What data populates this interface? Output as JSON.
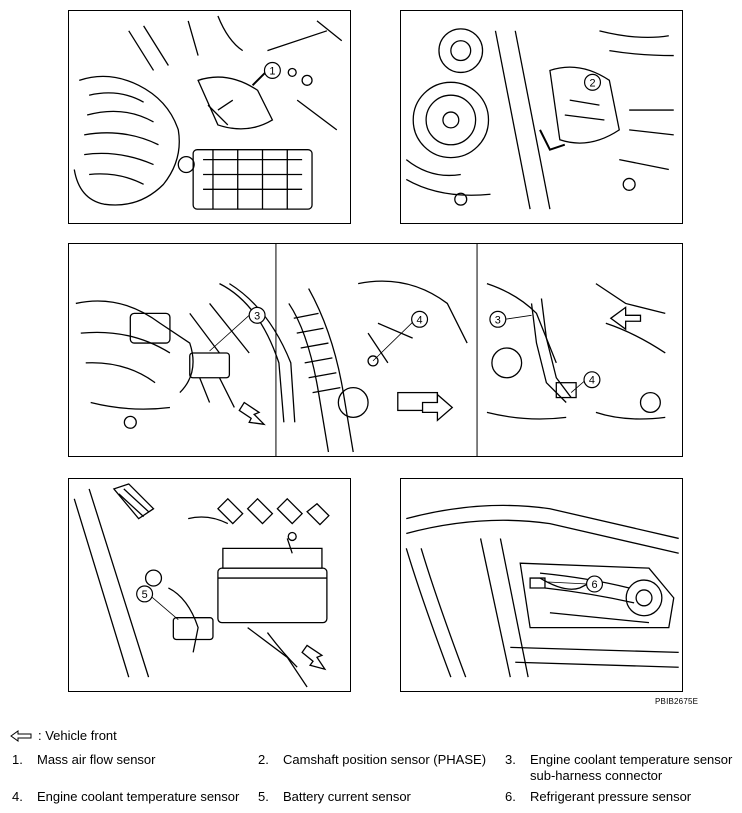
{
  "figure_code": "PBIB2675E",
  "callouts": [
    "1",
    "2",
    "3",
    "4",
    "5",
    "6"
  ],
  "vehicle_front_label": ": Vehicle front",
  "legend": [
    {
      "num": "1.",
      "label": "Mass air flow sensor",
      "label2": ""
    },
    {
      "num": "2.",
      "label": "Camshaft position sensor (PHASE)",
      "label2": ""
    },
    {
      "num": "3.",
      "label": "Engine coolant temperature sensor",
      "label2": "sub-harness connector"
    },
    {
      "num": "4.",
      "label": "Engine coolant temperature sensor",
      "label2": ""
    },
    {
      "num": "5.",
      "label": "Battery current sensor",
      "label2": ""
    },
    {
      "num": "6.",
      "label": "Refrigerant pressure sensor",
      "label2": ""
    }
  ]
}
